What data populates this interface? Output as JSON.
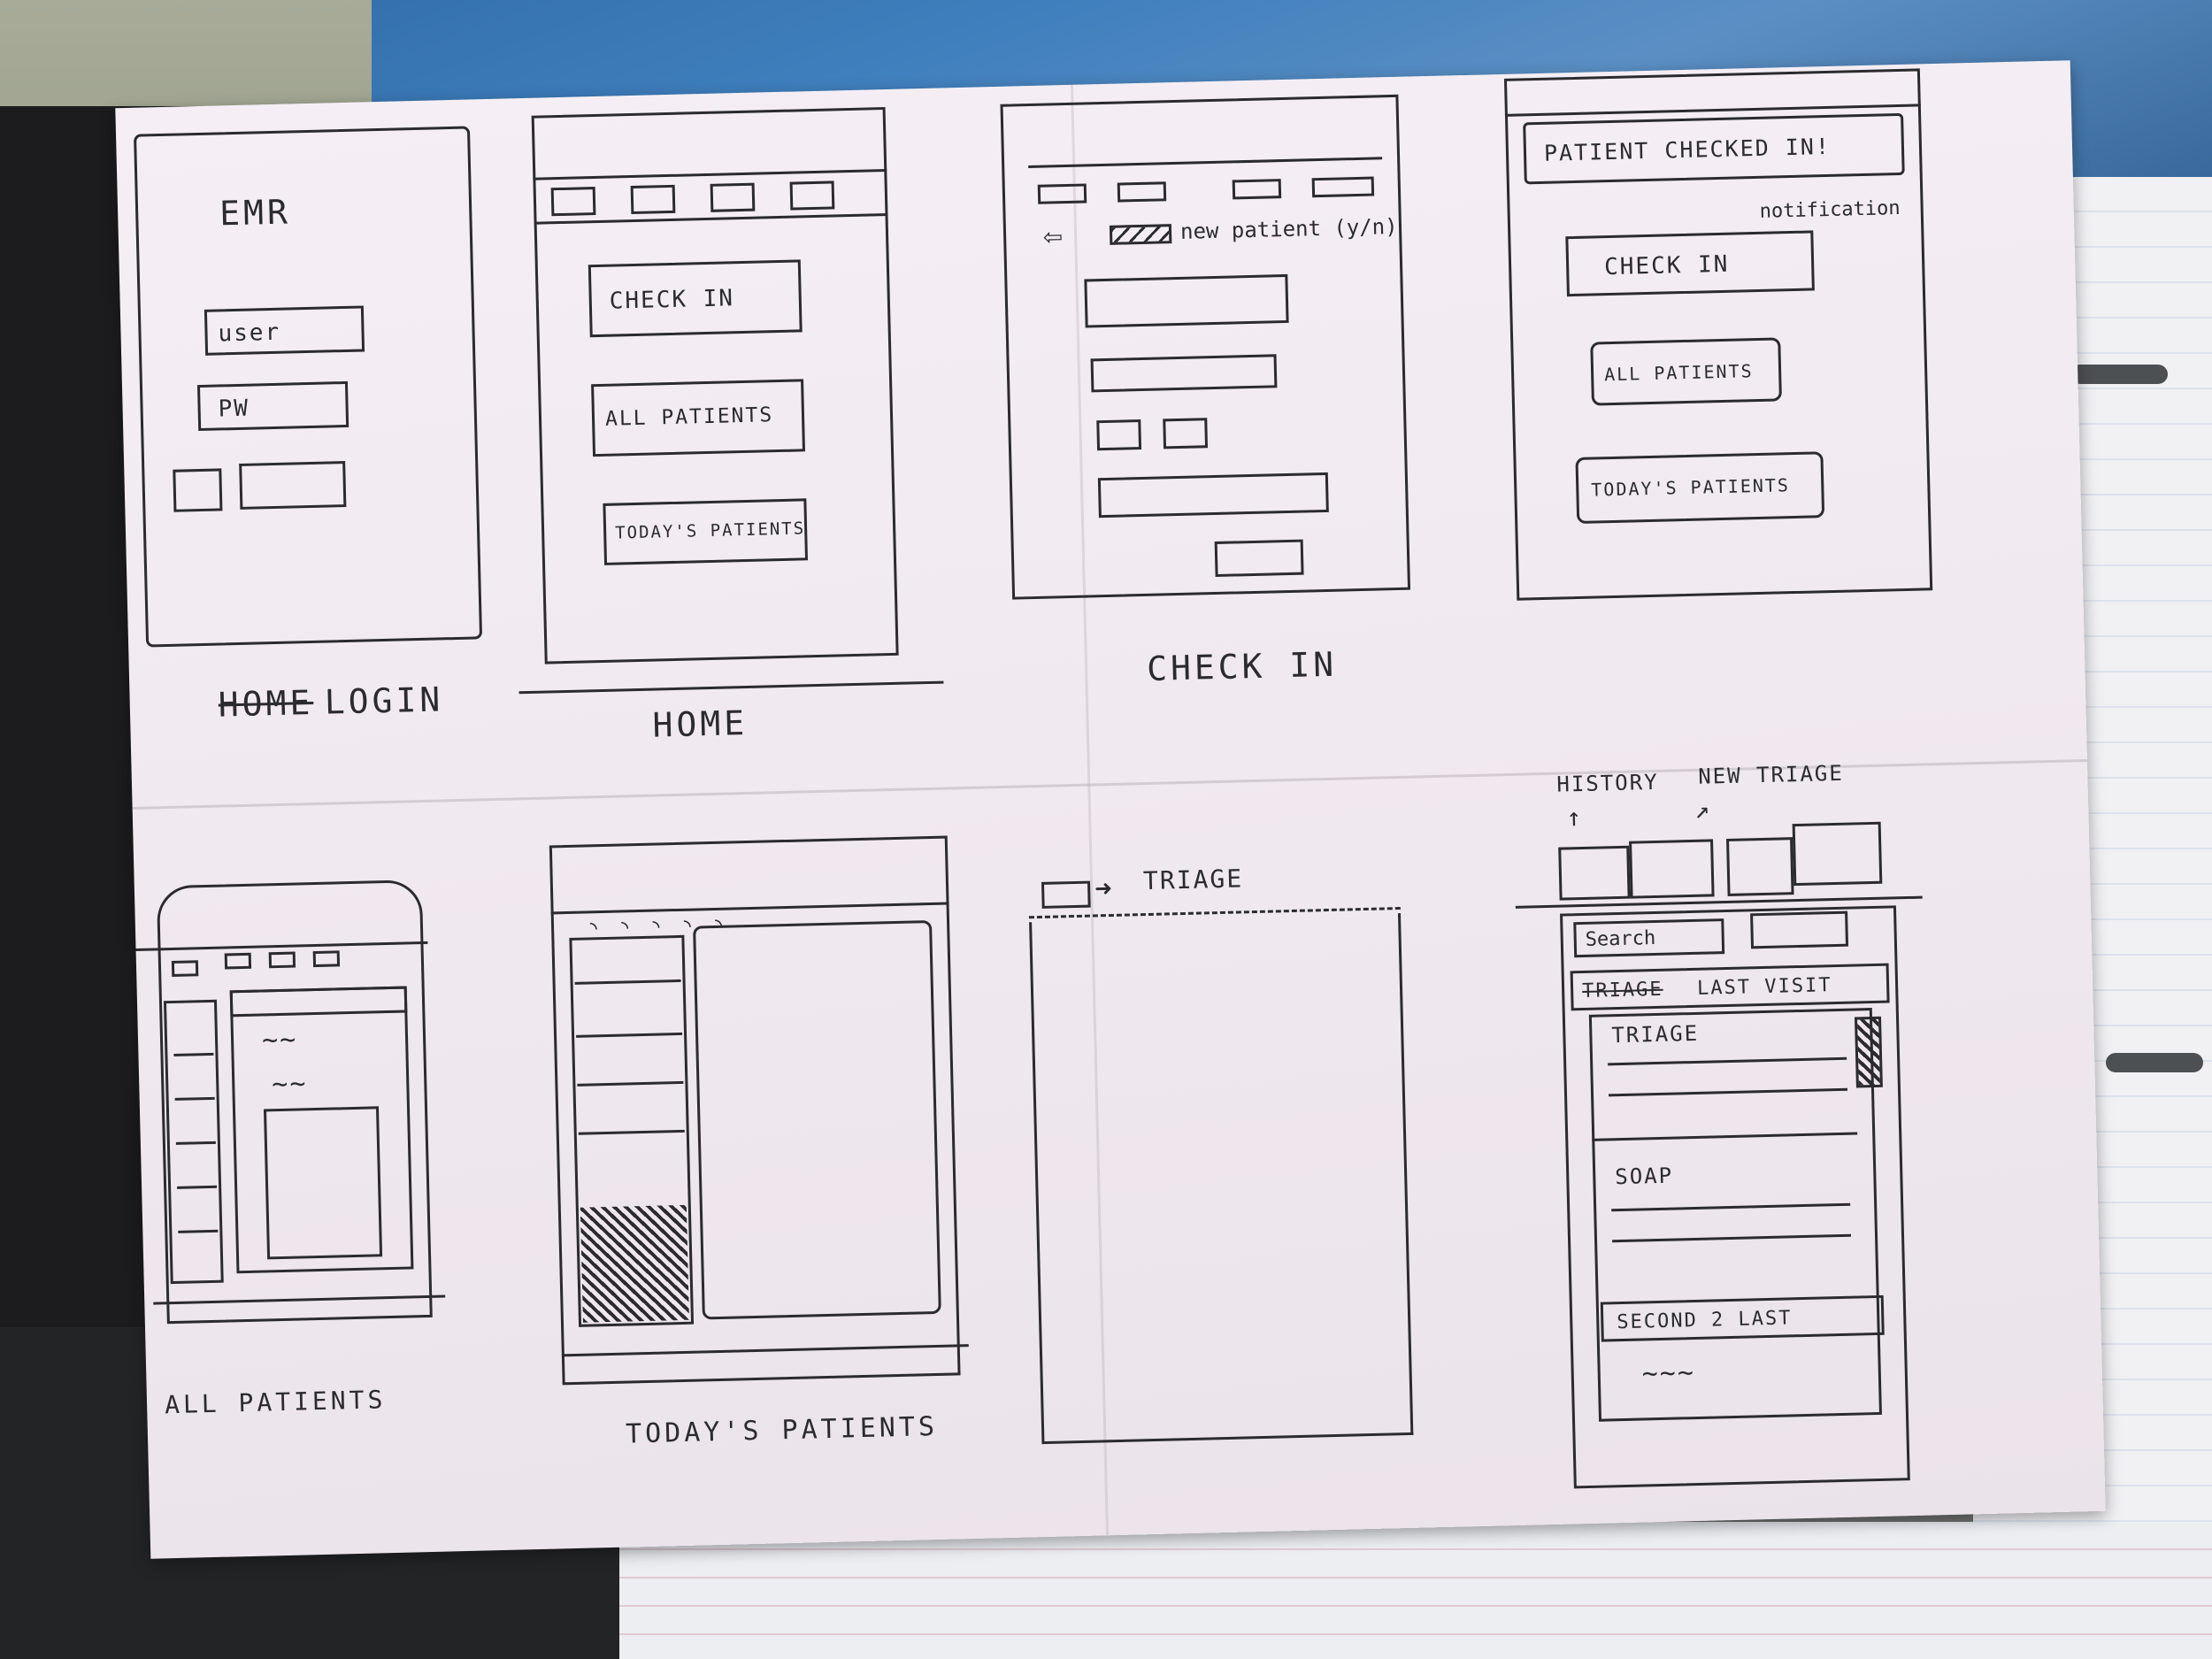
{
  "sketches": {
    "login": {
      "title": "EMR",
      "user_field": "user",
      "pw_field": "PW",
      "caption_struck": "HOME",
      "caption": "LOGIN"
    },
    "home": {
      "buttons": [
        "CHECK IN",
        "ALL PATIENTS",
        "TODAY'S PATIENTS"
      ],
      "caption": "HOME"
    },
    "check_in": {
      "new_patient_label": "new patient (y/n)",
      "caption": "CHECK IN"
    },
    "notification": {
      "banner": "PATIENT CHECKED IN!",
      "annotation": "notification",
      "buttons": [
        "CHECK IN",
        "ALL PATIENTS",
        "TODAY'S PATIENTS"
      ]
    },
    "all_patients": {
      "caption": "ALL PATIENTS"
    },
    "todays_patients": {
      "caption": "TODAY'S PATIENTS"
    },
    "triage": {
      "tab_annotation": "TRIAGE"
    },
    "history": {
      "annotations": [
        "HISTORY",
        "NEW TRIAGE"
      ],
      "search": "Search",
      "last_visit_struck": "TRIAGE",
      "last_visit": "LAST VISIT",
      "sections": [
        "TRIAGE",
        "SOAP"
      ],
      "second_to_last": "SECOND 2 LAST"
    }
  }
}
